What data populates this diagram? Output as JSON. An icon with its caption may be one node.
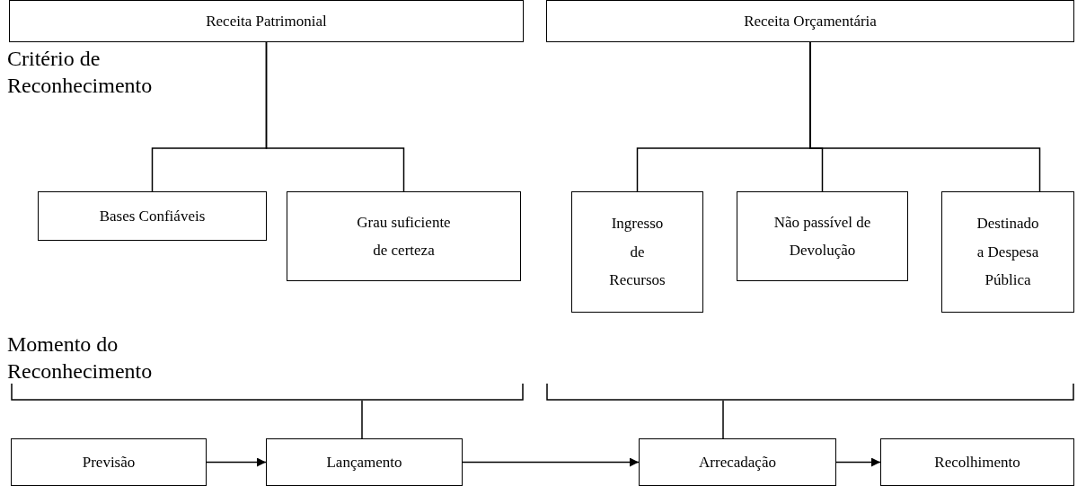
{
  "diagram": {
    "nodes": [
      {
        "text": [
          "Receita Patrimonial"
        ]
      },
      {
        "text": [
          "Receita Orçamentária"
        ]
      },
      {
        "text": [
          "Bases Confiáveis"
        ]
      },
      {
        "text": [
          "Grau suficiente de certeza"
        ]
      },
      {
        "text": [
          "Ingresso de Recursos"
        ]
      },
      {
        "text": [
          "Não passível de Devolução"
        ]
      },
      {
        "text": [
          "Destinado a Despesa Pública"
        ]
      },
      {
        "text": [],
        "shape": "bracket"
      },
      {
        "text": [],
        "shape": "bracket"
      },
      {
        "text": [
          "Previsão"
        ]
      },
      {
        "text": [
          "Lançamento"
        ]
      },
      {
        "text": [
          "Arrecadação"
        ]
      },
      {
        "text": [
          "Recolhimento"
        ]
      }
    ],
    "edges": [
      {
        "from": 0,
        "to": 2,
        "arrow": "none"
      },
      {
        "from": 0,
        "to": 3,
        "arrow": "none"
      },
      {
        "from": 1,
        "to": 4,
        "arrow": "none"
      },
      {
        "from": 1,
        "to": 5,
        "arrow": "none"
      },
      {
        "from": 1,
        "to": 6,
        "arrow": "none"
      },
      {
        "from": 7,
        "to": 10,
        "arrow": "none"
      },
      {
        "from": 8,
        "to": 11,
        "arrow": "none"
      },
      {
        "from": 9,
        "to": 10,
        "arrow": "to"
      },
      {
        "from": 10,
        "to": 11,
        "arrow": "to"
      },
      {
        "from": 11,
        "to": 12,
        "arrow": "to"
      }
    ],
    "labels": [
      "Critério de Reconhecimento",
      "Momento do Reconhecimento"
    ]
  }
}
